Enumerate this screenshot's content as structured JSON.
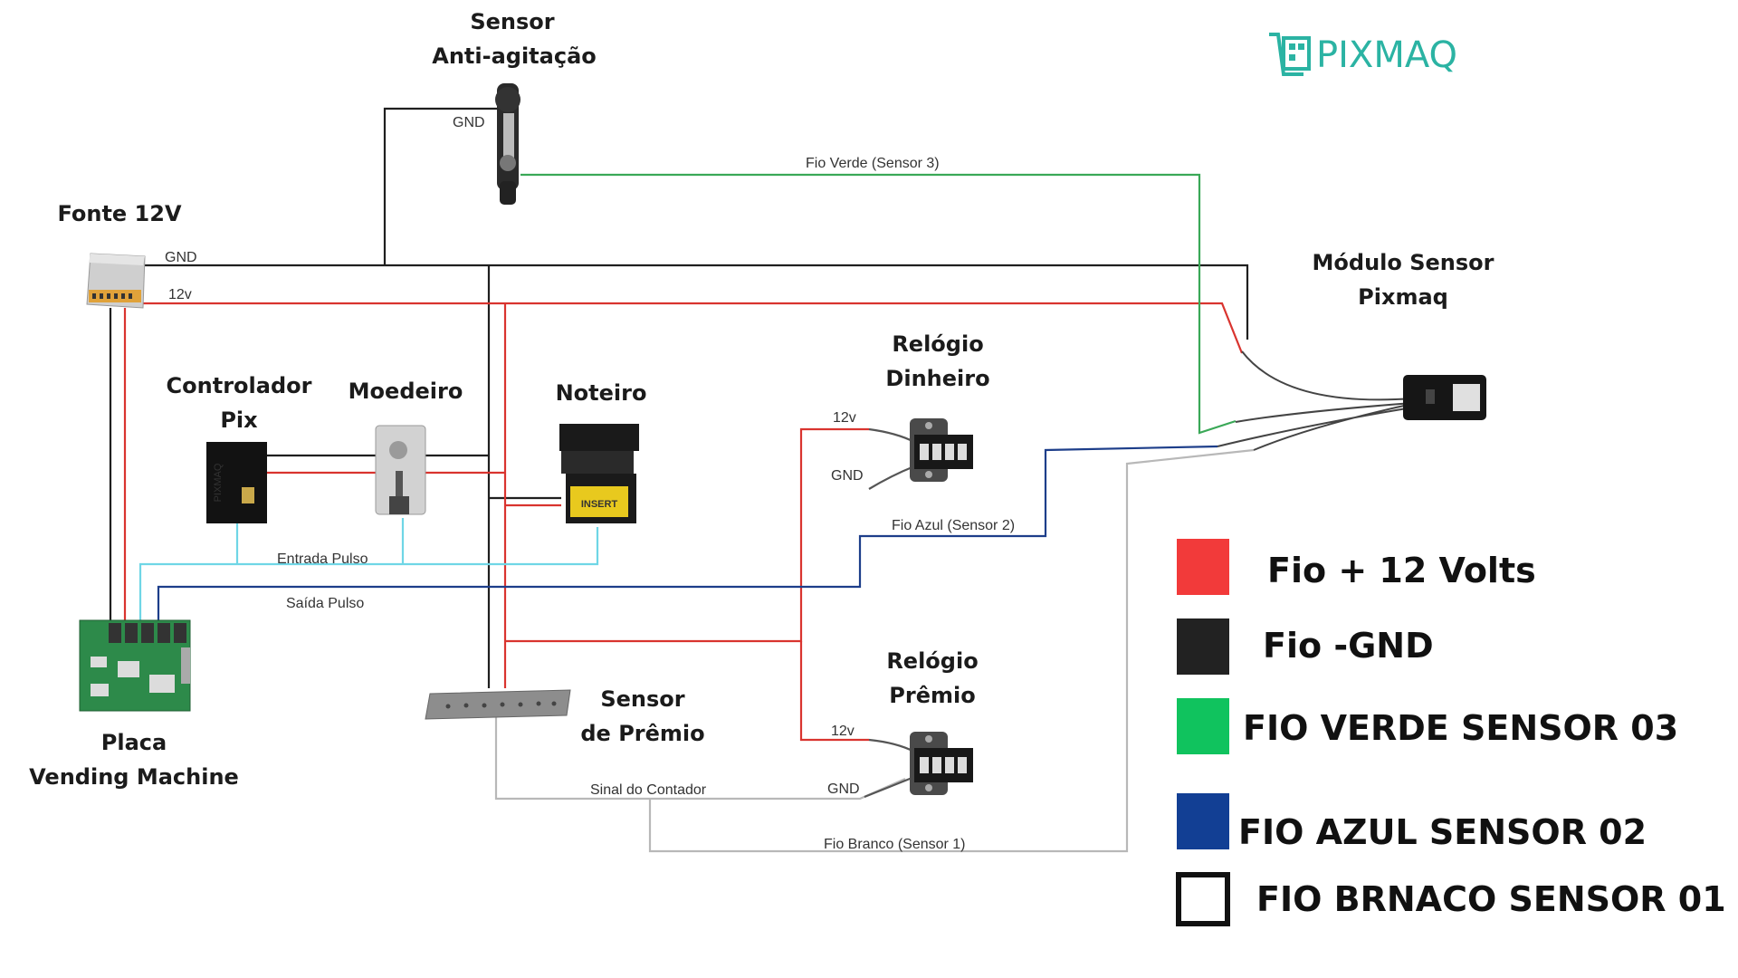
{
  "brand": {
    "name": "PIXMAQ",
    "color": "#2bb3a3"
  },
  "components": {
    "sensor_anti": {
      "line1": "Sensor",
      "line2": "Anti-agitação"
    },
    "fonte": {
      "label": "Fonte 12V"
    },
    "modulo": {
      "line1": "Módulo Sensor",
      "line2": "Pixmaq"
    },
    "controlador": {
      "line1": "Controlador",
      "line2": "Pix",
      "device_text": "PIXMAQ"
    },
    "moedeiro": {
      "label": "Moedeiro"
    },
    "noteiro": {
      "label": "Noteiro",
      "device_text": "INSERT"
    },
    "relogio_dinheiro": {
      "line1": "Relógio",
      "line2": "Dinheiro"
    },
    "relogio_premio": {
      "line1": "Relógio",
      "line2": "Prêmio"
    },
    "sensor_premio": {
      "line1": "Sensor",
      "line2": "de Prêmio"
    },
    "placa": {
      "line1": "Placa",
      "line2": "Vending Machine"
    }
  },
  "wire_labels": {
    "gnd_sensor": "GND",
    "fio_verde": "Fio Verde (Sensor 3)",
    "fonte_gnd": "GND",
    "fonte_12v": "12v",
    "rd_12v": "12v",
    "rd_gnd": "GND",
    "fio_azul": "Fio Azul (Sensor 2)",
    "entrada_pulso": "Entrada Pulso",
    "saida_pulso": "Saída Pulso",
    "rp_12v": "12v",
    "rp_gnd": "GND",
    "sinal_contador": "Sinal do Contador",
    "fio_branco": "Fio Branco (Sensor 1)"
  },
  "legend": [
    {
      "color": "#f23a3a",
      "text": "Fio + 12 Volts",
      "outline": false
    },
    {
      "color": "#222222",
      "text": "Fio -GND",
      "outline": false
    },
    {
      "color": "#10c35e",
      "text": "FIO VERDE SENSOR 03",
      "outline": false
    },
    {
      "color": "#123f94",
      "text": "FIO AZUL SENSOR 02",
      "outline": false
    },
    {
      "color": "#ffffff",
      "text": "FIO BRNACO SENSOR 01",
      "outline": true
    }
  ],
  "wire_colors": {
    "red": "#d9342f",
    "black": "#1f1f1f",
    "green": "#3aa857",
    "blue": "#1d3e8a",
    "cyan": "#6fd6e6",
    "grey": "#b8b8b8"
  }
}
